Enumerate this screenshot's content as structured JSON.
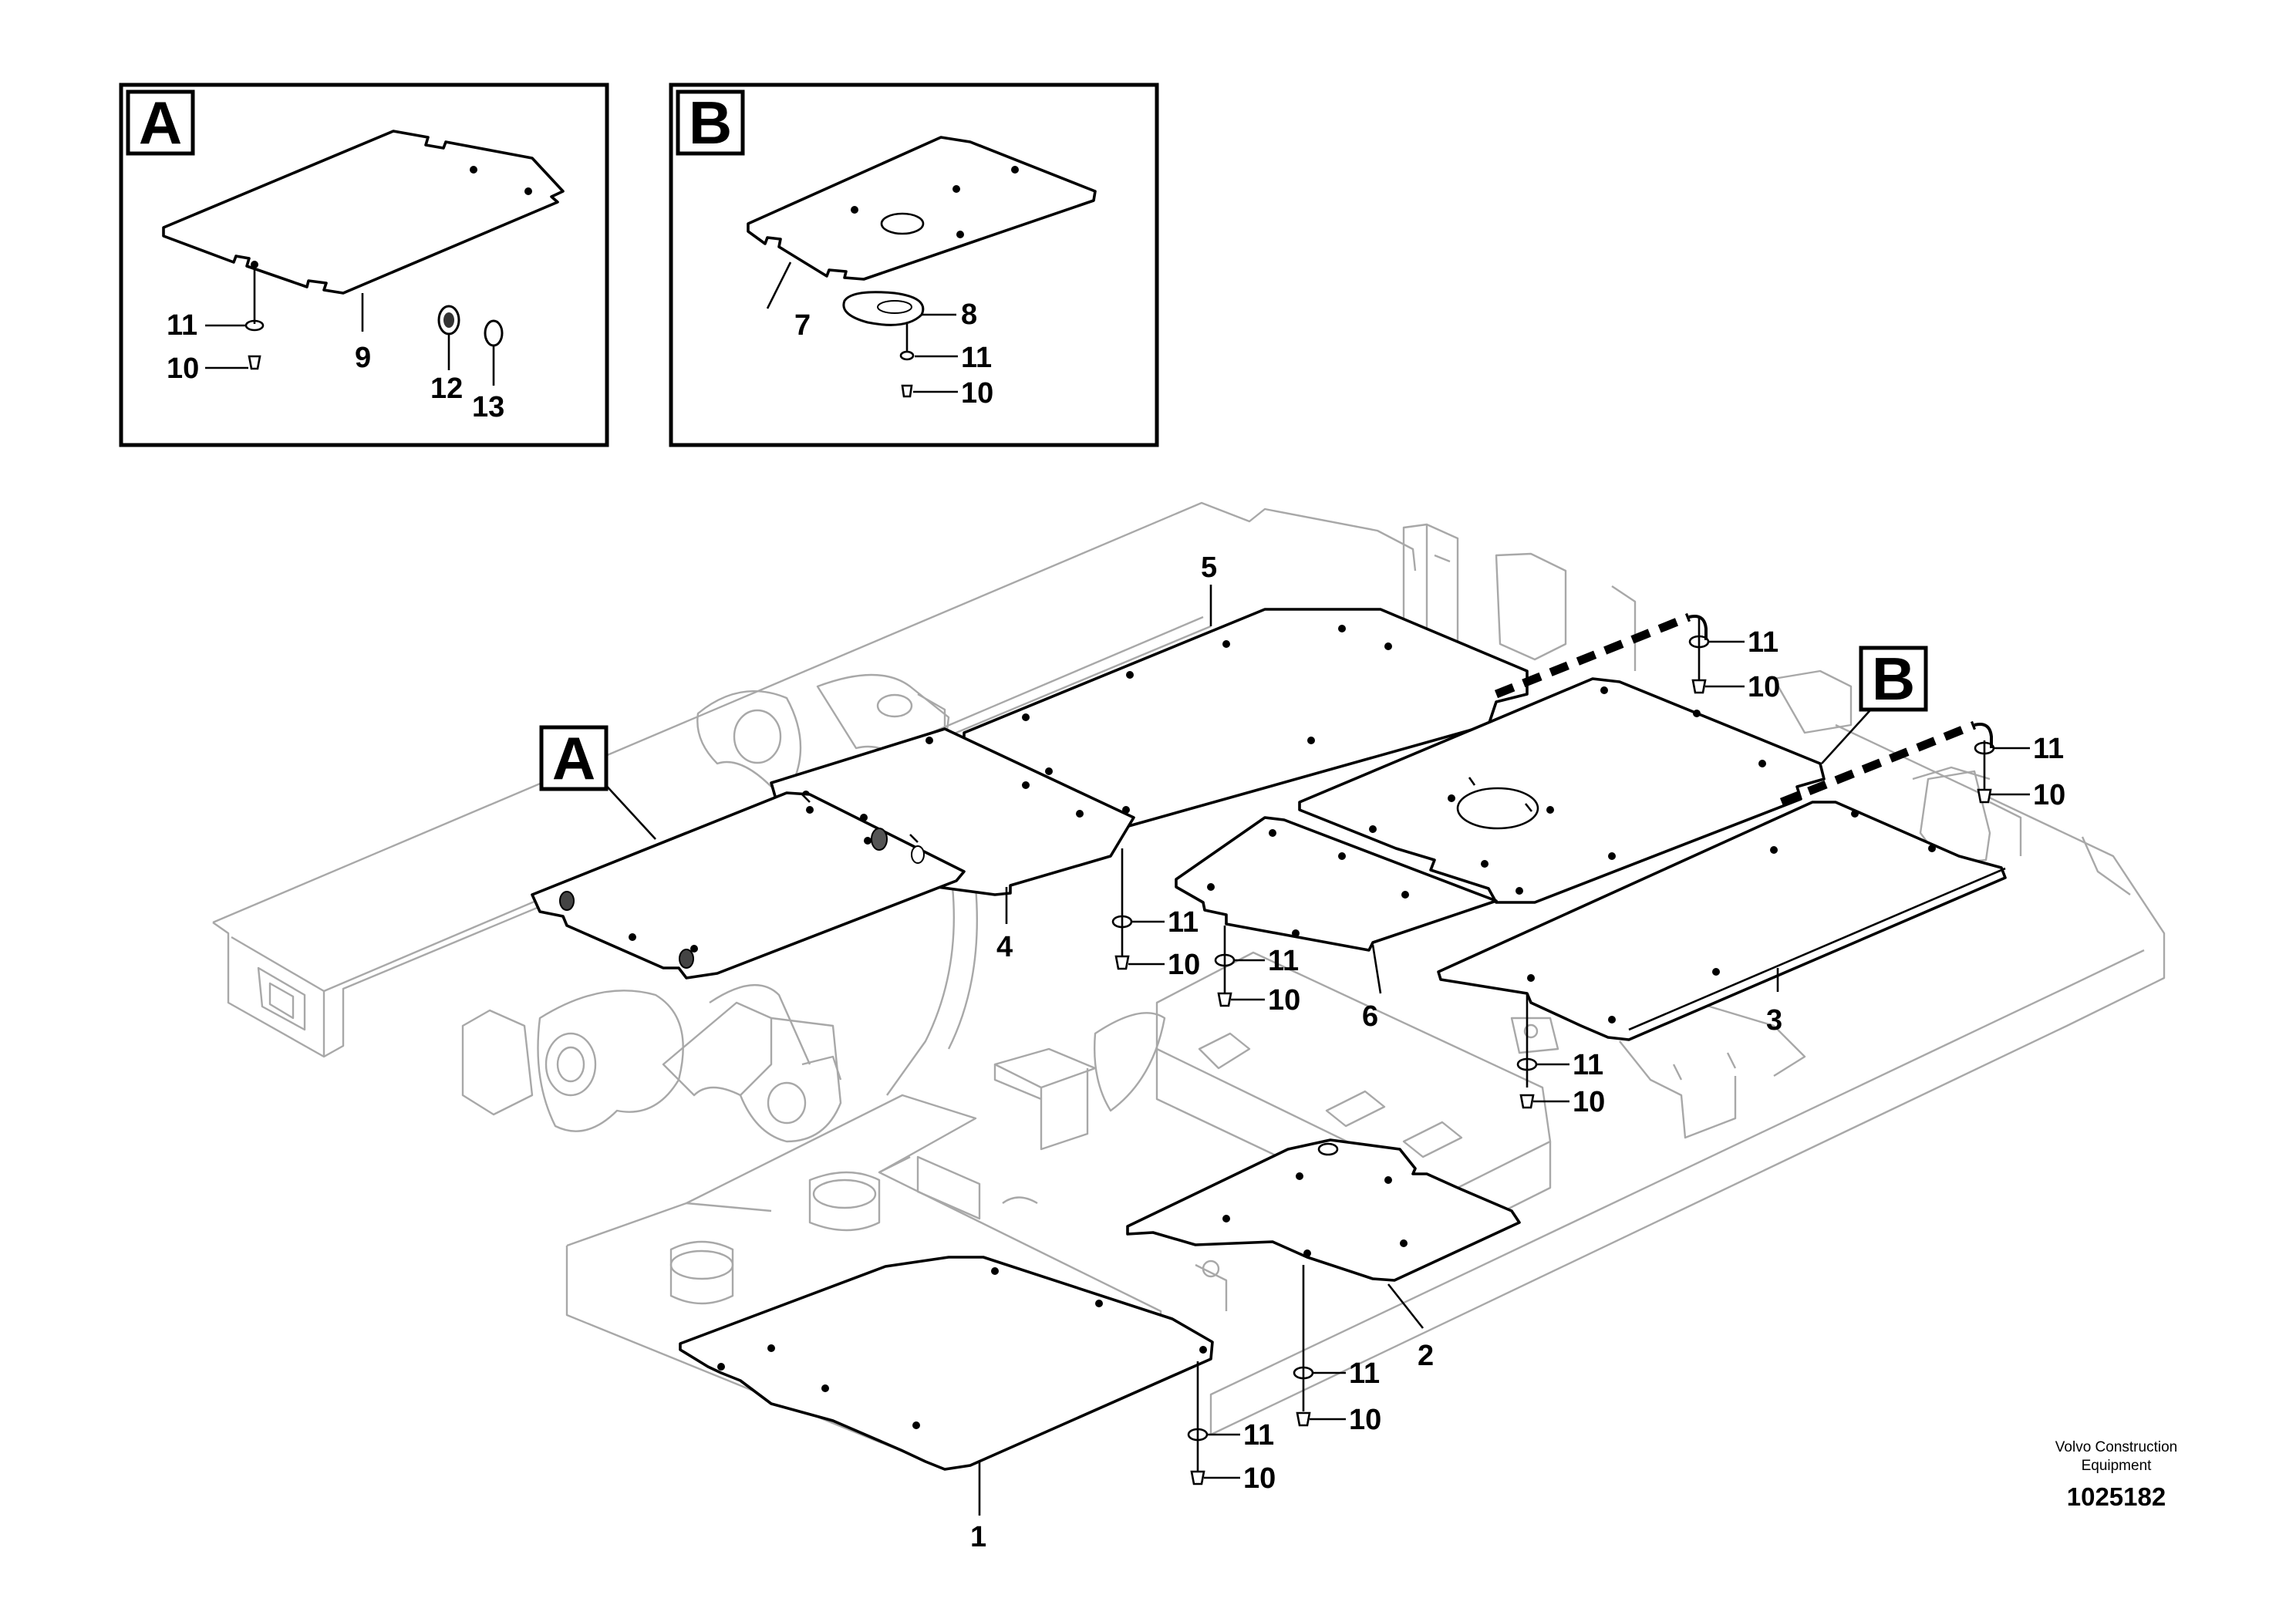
{
  "inset_a": {
    "letter": "A",
    "labels": [
      "11",
      "10",
      "9",
      "12",
      "13"
    ]
  },
  "inset_b": {
    "letter": "B",
    "labels": [
      "7",
      "8",
      "11",
      "10"
    ]
  },
  "main": {
    "markers": [
      "A",
      "B"
    ],
    "labels": {
      "plate1": "1",
      "plate2": "2",
      "plate3": "3",
      "plate4": "4",
      "plate5": "5",
      "plate6": "6",
      "washer": "11",
      "bolt": "10"
    }
  },
  "footer": {
    "brand_line1": "Volvo Construction",
    "brand_line2": "Equipment",
    "doc_number": "1025182"
  }
}
